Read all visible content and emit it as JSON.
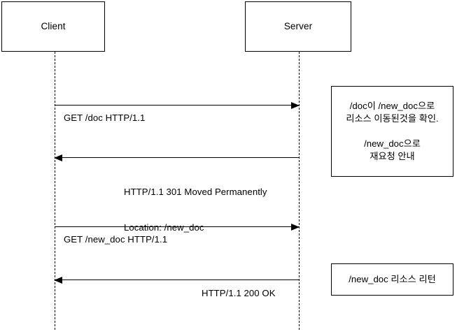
{
  "diagram": {
    "type": "sequence-diagram",
    "title": "HTTP 301 Moved Permanently redirect sequence",
    "colors": {
      "stroke": "#000000",
      "background": "#ffffff",
      "text": "#000000"
    },
    "participants": [
      {
        "id": "client",
        "label": "Client"
      },
      {
        "id": "server",
        "label": "Server"
      }
    ],
    "messages": [
      {
        "id": "m1",
        "from": "client",
        "to": "server",
        "direction": "right",
        "lines": [
          "GET /doc HTTP/1.1"
        ]
      },
      {
        "id": "m2",
        "from": "server",
        "to": "client",
        "direction": "left",
        "lines": [
          "HTTP/1.1 301 Moved Permanently",
          "Location: /new_doc"
        ]
      },
      {
        "id": "m3",
        "from": "client",
        "to": "server",
        "direction": "right",
        "lines": [
          "GET /new_doc HTTP/1.1"
        ]
      },
      {
        "id": "m4",
        "from": "server",
        "to": "client",
        "direction": "left",
        "lines": [
          "HTTP/1.1 200 OK"
        ]
      }
    ],
    "notes": [
      {
        "id": "note-redirect",
        "lines": [
          "/doc이 /new_doc으로",
          "리소스 이동된것을 확인.",
          "",
          "/new_doc으로",
          "재요청 안내"
        ]
      },
      {
        "id": "note-resource",
        "lines": [
          "/new_doc 리소스 리턴"
        ]
      }
    ]
  }
}
